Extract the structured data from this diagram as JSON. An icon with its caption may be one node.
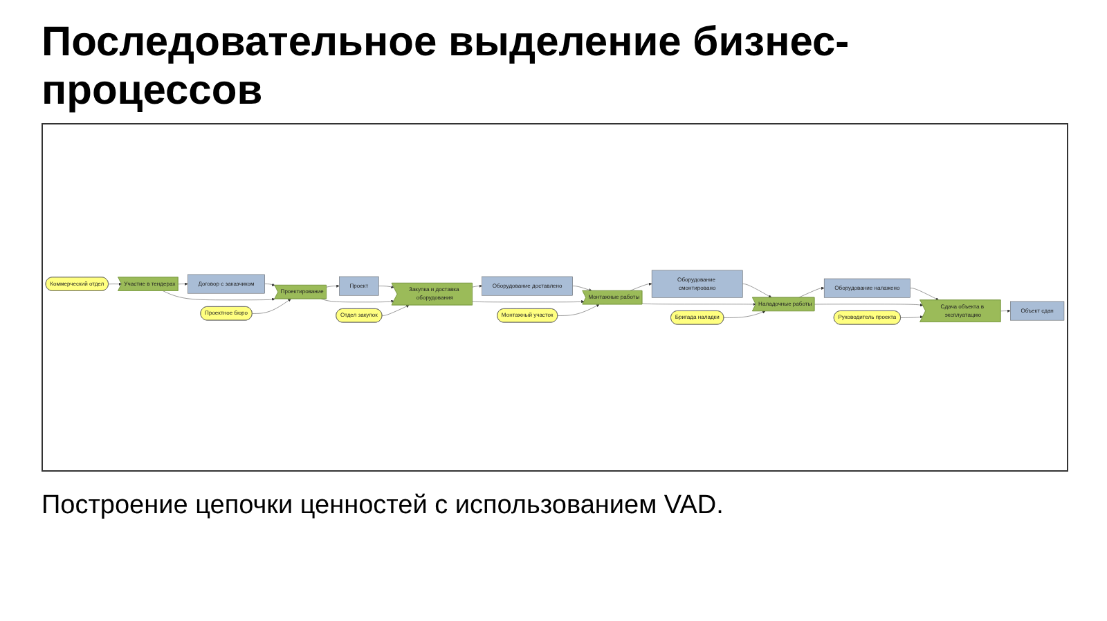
{
  "diagram": {
    "title": "Последовательное выделение бизнес-процессов",
    "caption": "Построение цепочки ценностей с использованием VAD.",
    "nodes": [
      {
        "text": [
          "Договор с заказчиком"
        ]
      },
      {
        "text": [
          "Проект"
        ]
      },
      {
        "text": [
          "Оборудование доставлено"
        ]
      },
      {
        "text": [
          "Оборудование смонтировано"
        ]
      },
      {
        "text": [
          "Оборудование налажено"
        ]
      },
      {
        "text": [
          "Объект сдан"
        ]
      },
      {
        "text": [
          "Участие в тендерах"
        ]
      },
      {
        "text": [
          "Проектирование"
        ]
      },
      {
        "text": [
          "Закупка и доставка оборудования"
        ]
      },
      {
        "text": [
          "Монтажные работы"
        ]
      },
      {
        "text": [
          "Наладочные работы"
        ]
      },
      {
        "text": [
          "Сдача объекта в эксплуатацию"
        ]
      },
      {
        "text": [
          "Коммерческий отдел"
        ]
      },
      {
        "text": [
          "Проектное бюро"
        ]
      },
      {
        "text": [
          "Отдел закупок"
        ]
      },
      {
        "text": [
          "Монтажный участок"
        ]
      },
      {
        "text": [
          "Бригада наладки"
        ]
      },
      {
        "text": [
          "Руководитель проекта"
        ]
      }
    ],
    "edges": [
      {
        "from": 6,
        "to": 0,
        "arrow": "to"
      },
      {
        "from": 0,
        "to": 7,
        "arrow": "to"
      },
      {
        "from": 6,
        "to": 7,
        "arrow": "to"
      },
      {
        "from": 12,
        "to": 6,
        "arrow": "to"
      },
      {
        "from": 7,
        "to": 1,
        "arrow": "to"
      },
      {
        "from": 1,
        "to": 8,
        "arrow": "to"
      },
      {
        "from": 7,
        "to": 8,
        "arrow": "to"
      },
      {
        "from": 13,
        "to": 7,
        "arrow": "to"
      },
      {
        "from": 8,
        "to": 2,
        "arrow": "to"
      },
      {
        "from": 2,
        "to": 9,
        "arrow": "to"
      },
      {
        "from": 8,
        "to": 9,
        "arrow": "to"
      },
      {
        "from": 14,
        "to": 8,
        "arrow": "to"
      },
      {
        "from": 9,
        "to": 3,
        "arrow": "to"
      },
      {
        "from": 3,
        "to": 10,
        "arrow": "to"
      },
      {
        "from": 9,
        "to": 10,
        "arrow": "to"
      },
      {
        "from": 15,
        "to": 9,
        "arrow": "to"
      },
      {
        "from": 10,
        "to": 4,
        "arrow": "to"
      },
      {
        "from": 4,
        "to": 11,
        "arrow": "to"
      },
      {
        "from": 10,
        "to": 11,
        "arrow": "to"
      },
      {
        "from": 16,
        "to": 10,
        "arrow": "to"
      },
      {
        "from": 11,
        "to": 5,
        "arrow": "to"
      },
      {
        "from": 17,
        "to": 11,
        "arrow": "to"
      }
    ]
  }
}
